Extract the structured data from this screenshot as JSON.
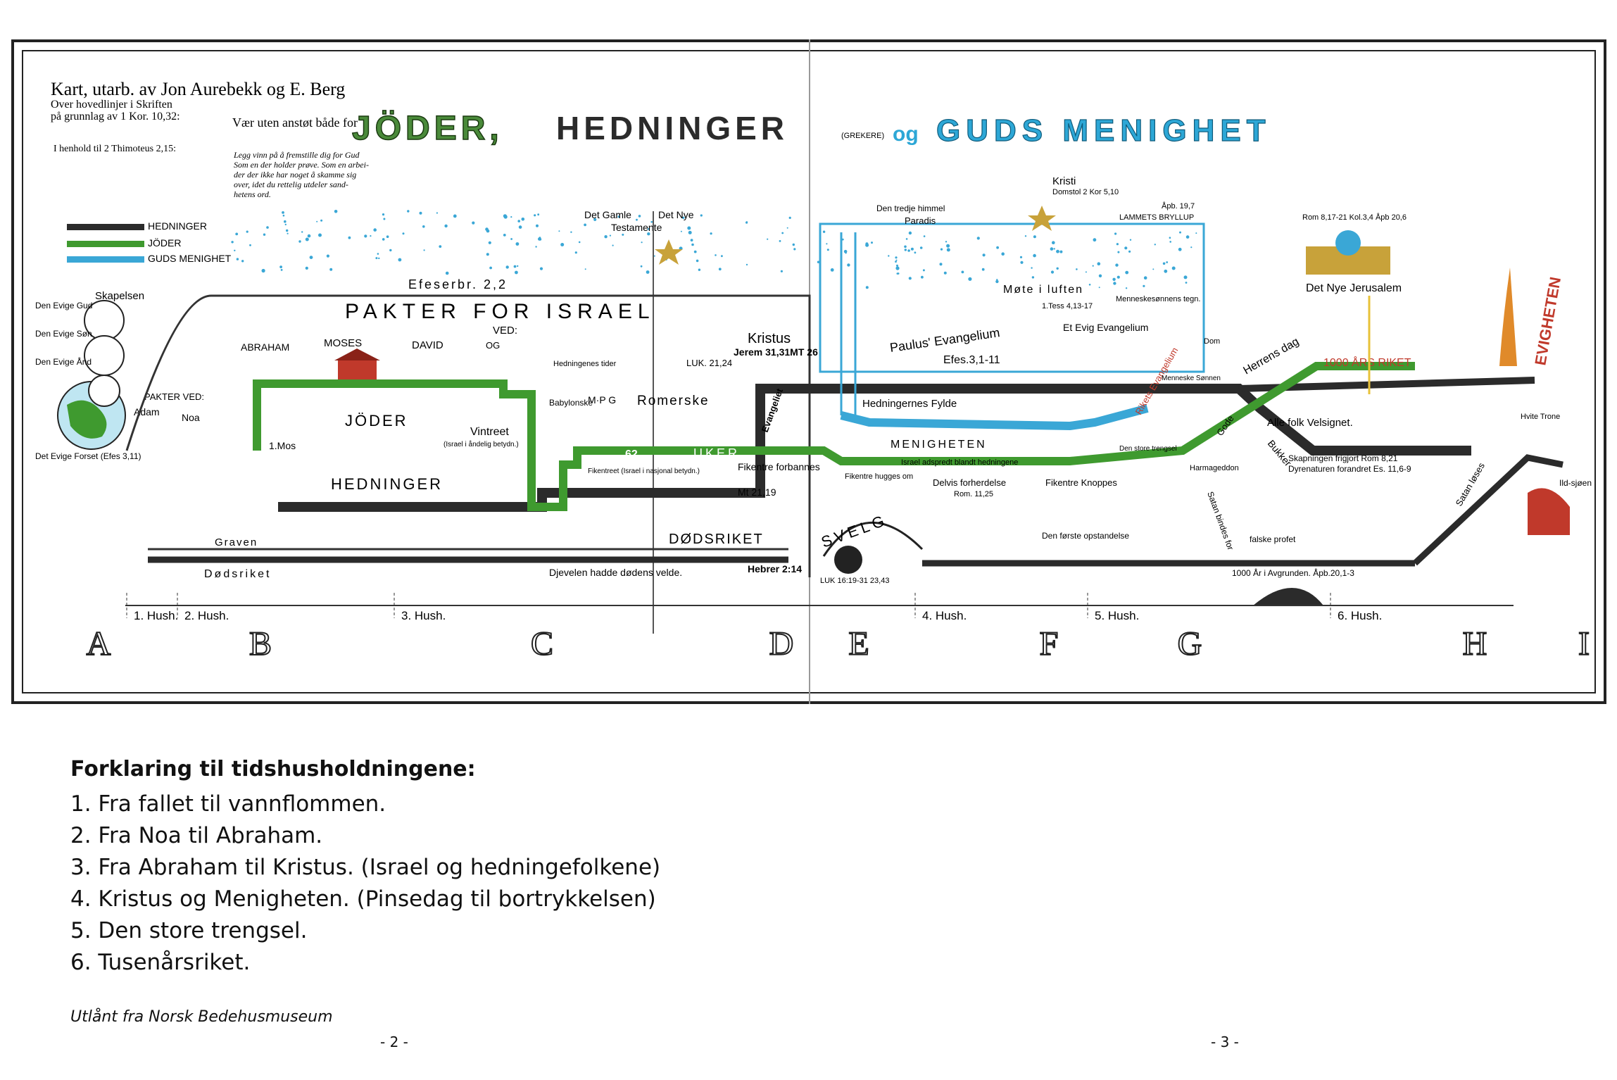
{
  "header": {
    "map_credit": "Kart, utarb. av Jon Aurebekk og E. Berg",
    "map_sub1": "Over hovedlinjer i Skriften",
    "map_sub2": "på grunnlag av 1 Kor. 10,32:",
    "tim": "I henhold til 2 Thimoteus 2,15:",
    "offense": "Vær uten anstøt både for",
    "tim_quote_1": "Legg vinn på å fremstille dig for Gud",
    "tim_quote_2": "Som en der holder prøve. Som en arbei-",
    "tim_quote_3": "der der ikke har noget å skamme sig",
    "tim_quote_4": "over, idet du rettelig utdeler sand-",
    "tim_quote_5": "hetens ord.",
    "title_1": "JÖDER,",
    "title_2": "HEDNINGER",
    "title_grekere": "(GREKERE)",
    "title_og": "og",
    "title_3": "GUDS MENIGHET"
  },
  "key": {
    "hedninger": "HEDNINGER",
    "joder": "JÖDER",
    "menighet": "GUDS MENIGHET"
  },
  "labels": {
    "skapelsen": "Skapelsen",
    "evige_gud": "Den Evige Gud",
    "evige_son": "Den Evige Søn",
    "evige_and": "Den Evige Ånd",
    "evige_forset": "Det Evige Forset (Efes 3,11)",
    "pakter_ved": "PAKTER VED:",
    "adam": "Adam",
    "noa": "Noa",
    "efeser": "Efeserbr. 2,2",
    "pakter_israel": "PAKTER FOR ISRAEL",
    "ved": "VED:",
    "abraham": "ABRAHAM",
    "moses": "MOSES",
    "david": "DAVID",
    "og": "OG",
    "kristus": "Kristus",
    "kristus_ref": "Jerem 31,31MT 26",
    "joder_mid": "JÖDER",
    "hedninger_mid": "HEDNINGER",
    "mos": "1.Mos",
    "vintreet": "Vintreet",
    "vintreet_sub": "(Israel i åndelig betydn.)",
    "fikentreet": "Fikentreet (Israel i nasjonal betydn.)",
    "fikentre": "Fikentre forbannes",
    "fikentre_ref": "Mt 21,19",
    "gamle": "Det Gamle",
    "nye": "Det Nye",
    "testamente": "Testamente",
    "hedningenes_tider": "Hedningenes tider",
    "luk": "LUK. 21,24",
    "babylonske": "Babylonske",
    "mpg": "M·P G",
    "romerske": "Romerske",
    "uker": "UKER",
    "n62": "62",
    "evangeliet": "Evangeliet",
    "graven": "Graven",
    "dodsriket": "Dødsriket",
    "dodsriket_big": "DØDSRIKET",
    "djevelen": "Djevelen hadde dødens velde.",
    "hebrer": "Hebrer 2:14",
    "svelg": "SVELG",
    "svelg_ref": "LUK 16:19-31  23,43",
    "paradis": "Paradis",
    "tredje_himmel": "Den tredje himmel",
    "kristi": "Kristi",
    "domstol": "Domstol 2 Kor 5,10",
    "apb197": "Åpb. 19,7",
    "lammets": "LAMMETS BRYLLUP",
    "mote": "Møte i luften",
    "mote_ref": "1.Tess 4,13-17",
    "paulus": "Paulus' Evangelium",
    "efes": "Efes.3,1-11",
    "menneskesonnens": "Menneskesønnens tegn.",
    "evig_evang": "Et Evig Evangelium",
    "hedningenes_fylde": "Hedningernes Fylde",
    "menigheten": "MENIGHETEN",
    "israel_adspredt": "Israel adspredt blandt hedningene",
    "fikentre_hugges": "Fikentre hugges om",
    "delvis": "Delvis forherdelse",
    "rom1125": "Rom. 11,25",
    "fikentre_knoppes": "Fikentre Knoppes",
    "store_trengsel": "Den store trengsel",
    "riket": "Rikets Evangelium",
    "forste_opst": "Den første opstandelse",
    "menneske_sonnen": "Menneske Sønnen",
    "dom": "Dom",
    "herrens_dag": "Herrens dag",
    "harmageddon": "Harmageddon",
    "nye_jerusalem": "Det Nye Jerusalem",
    "rom817": "Rom 8,17-21  Kol.3,4  Åpb 20,6",
    "tusen_riket": "1000 ÅRS RIKET",
    "alle_folk": "Alle folk Velsignet.",
    "skapningen": "Skapningen frigjort  Rom 8,21",
    "dyrenaturen": "Dyrenaturen forandret Es. 11,6-9",
    "bukker": "Bukker",
    "gode": "Gode",
    "satan_bindes": "Satan bindes for",
    "falske": "falske profet",
    "satan_loses": "Satan løses",
    "hvite_trone": "Hvite Trone",
    "ild_sjoen": "Ild-sjøen",
    "evigheten": "EVIGHETEN",
    "avgrunden": "1000 År i Avgrunden. Åpb.20,1-3"
  },
  "periods": [
    "1. Hush.",
    "2. Hush.",
    "3. Hush.",
    "4. Hush.",
    "5. Hush.",
    "6. Hush."
  ],
  "letters": [
    "A",
    "B",
    "C",
    "D",
    "E",
    "F",
    "G",
    "H",
    "I"
  ],
  "legend": {
    "title": "Forklaring til tidshusholdningene:",
    "items": [
      "1. Fra fallet til vannflommen.",
      "2. Fra Noa til Abraham.",
      "3. Fra Abraham til Kristus. (Israel og hedningefolkene)",
      "4. Kristus og Menigheten.  (Pinsedag til bortrykkelsen)",
      "5. Den store trengsel.",
      "6. Tusenårsriket."
    ]
  },
  "credit": "Utlånt fra Norsk Bedehusmuseum",
  "page_left": "- 2 -",
  "page_right": "- 3 -",
  "colors": {
    "hedninger": "#2b2b2b",
    "joder": "#3f9a2f",
    "menighet": "#3aa7d6",
    "title_green": "#4a8a3a",
    "title_blue": "#2da7d6",
    "red": "#c0392b",
    "gold": "#c8a23a"
  }
}
